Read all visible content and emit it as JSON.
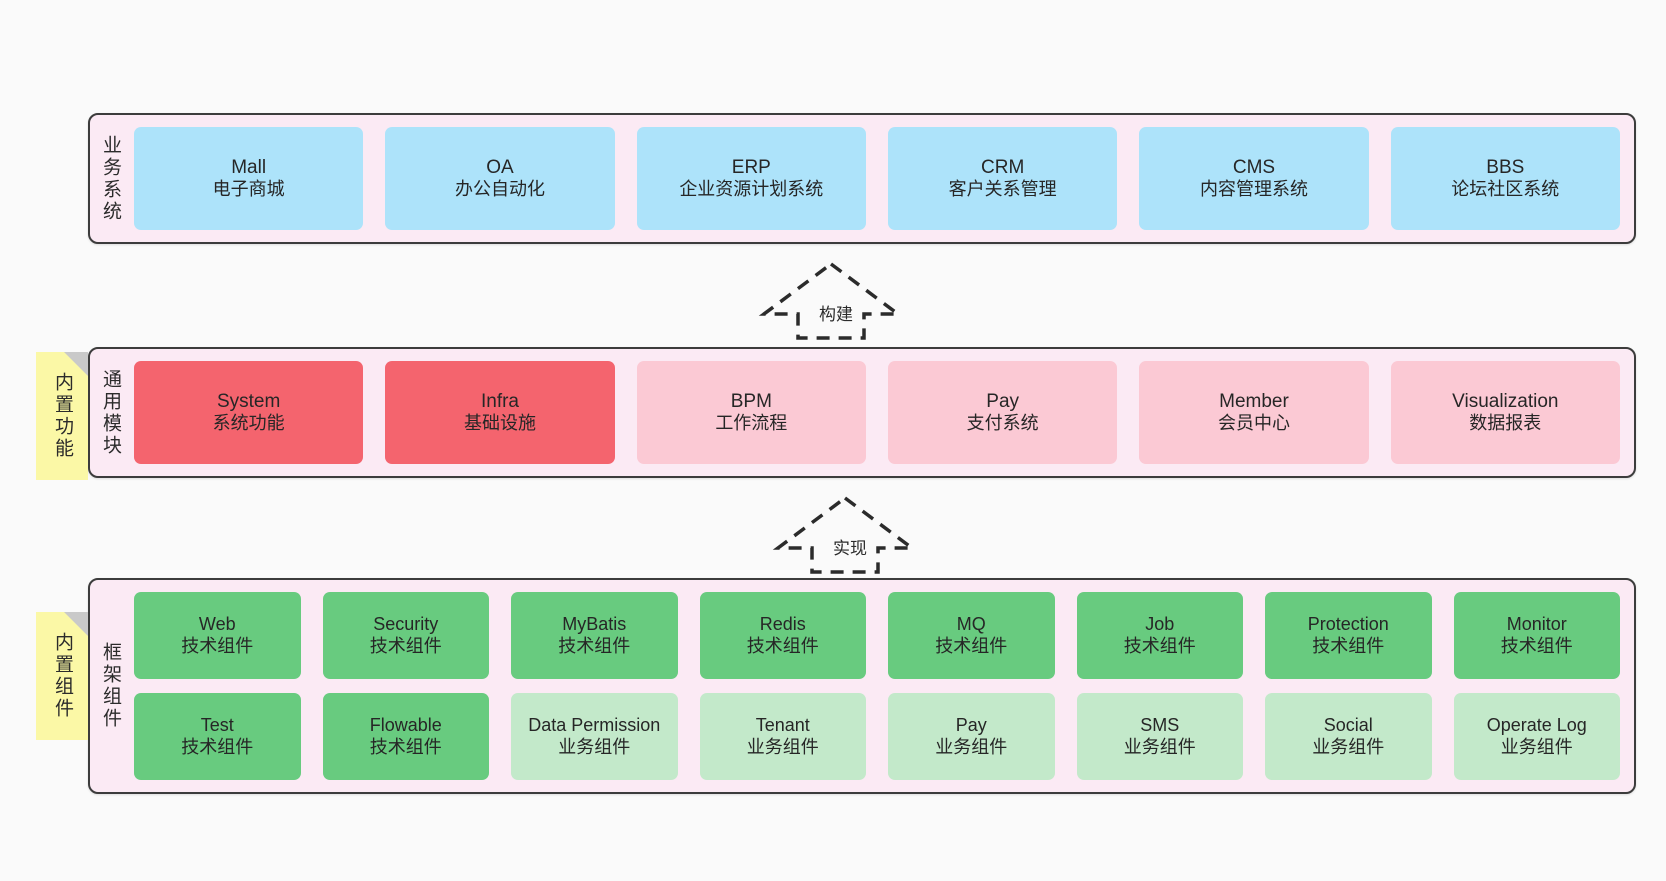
{
  "diagram": {
    "background": "#fafafa",
    "layers": [
      {
        "id": "business",
        "title": "业务系统",
        "rows": [
          {
            "cards": [
              {
                "name": "Mall",
                "sub": "电子商城",
                "color": "#ade3fa"
              },
              {
                "name": "OA",
                "sub": "办公自动化",
                "color": "#ade3fa"
              },
              {
                "name": "ERP",
                "sub": "企业资源计划系统",
                "color": "#ade3fa"
              },
              {
                "name": "CRM",
                "sub": "客户关系管理",
                "color": "#ade3fa"
              },
              {
                "name": "CMS",
                "sub": "内容管理系统",
                "color": "#ade3fa"
              },
              {
                "name": "BBS",
                "sub": "论坛社区系统",
                "color": "#ade3fa"
              }
            ]
          }
        ]
      },
      {
        "id": "common-module",
        "title": "通用模块",
        "note": "内置功能",
        "rows": [
          {
            "cards": [
              {
                "name": "System",
                "sub": "系统功能",
                "color": "#f4646e"
              },
              {
                "name": "Infra",
                "sub": "基础设施",
                "color": "#f4646e"
              },
              {
                "name": "BPM",
                "sub": "工作流程",
                "color": "#fbc9d4"
              },
              {
                "name": "Pay",
                "sub": "支付系统",
                "color": "#fbc9d4"
              },
              {
                "name": "Member",
                "sub": "会员中心",
                "color": "#fbc9d4"
              },
              {
                "name": "Visualization",
                "sub": "数据报表",
                "color": "#fbc9d4"
              }
            ]
          }
        ]
      },
      {
        "id": "framework-component",
        "title": "框架组件",
        "note": "内置组件",
        "rows": [
          {
            "cards": [
              {
                "name": "Web",
                "sub": "技术组件",
                "color": "#68cb7f"
              },
              {
                "name": "Security",
                "sub": "技术组件",
                "color": "#68cb7f"
              },
              {
                "name": "MyBatis",
                "sub": "技术组件",
                "color": "#68cb7f"
              },
              {
                "name": "Redis",
                "sub": "技术组件",
                "color": "#68cb7f"
              },
              {
                "name": "MQ",
                "sub": "技术组件",
                "color": "#68cb7f"
              },
              {
                "name": "Job",
                "sub": "技术组件",
                "color": "#68cb7f"
              },
              {
                "name": "Protection",
                "sub": "技术组件",
                "color": "#68cb7f"
              },
              {
                "name": "Monitor",
                "sub": "技术组件",
                "color": "#68cb7f"
              }
            ]
          },
          {
            "cards": [
              {
                "name": "Test",
                "sub": "技术组件",
                "color": "#68cb7f"
              },
              {
                "name": "Flowable",
                "sub": "技术组件",
                "color": "#68cb7f"
              },
              {
                "name": "Data Permission",
                "sub": "业务组件",
                "color": "#c3e9ca"
              },
              {
                "name": "Tenant",
                "sub": "业务组件",
                "color": "#c3e9ca"
              },
              {
                "name": "Pay",
                "sub": "业务组件",
                "color": "#c3e9ca"
              },
              {
                "name": "SMS",
                "sub": "业务组件",
                "color": "#c3e9ca"
              },
              {
                "name": "Social",
                "sub": "业务组件",
                "color": "#c3e9ca"
              },
              {
                "name": "Operate Log",
                "sub": "业务组件",
                "color": "#c3e9ca"
              }
            ]
          }
        ]
      }
    ],
    "connectors": [
      {
        "id": "build",
        "label": "构建",
        "from": "common-module",
        "to": "business"
      },
      {
        "id": "implement",
        "label": "实现",
        "from": "framework-component",
        "to": "common-module"
      }
    ]
  }
}
